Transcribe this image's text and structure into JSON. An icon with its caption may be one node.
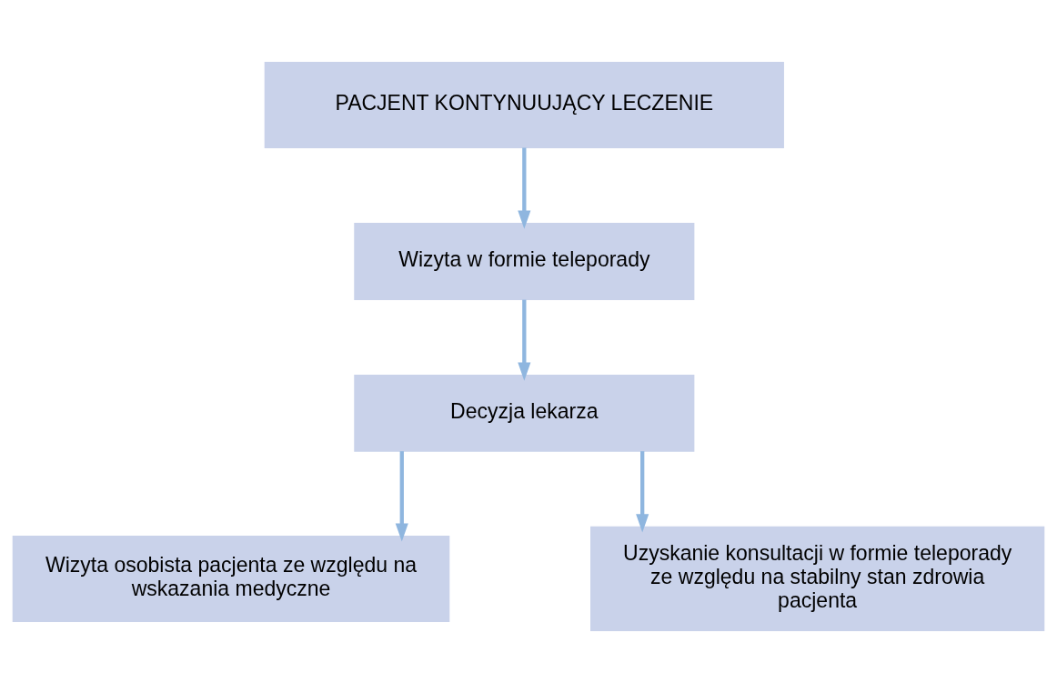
{
  "diagram": {
    "nodes": [
      {
        "text": [
          "PACJENT KONTYNUUJĄCY LECZENIE"
        ]
      },
      {
        "text": [
          "Wizyta w formie teleporady"
        ]
      },
      {
        "text": [
          "Decyzja lekarza"
        ]
      },
      {
        "text": [
          "Wizyta osobista pacjenta ze względu na wskazania medyczne"
        ]
      },
      {
        "text": [
          "Uzyskanie konsultacji w formie teleporady ze względu na stabilny stan zdrowia pacjenta"
        ]
      }
    ],
    "edges": [
      {
        "from": 0,
        "to": 1,
        "arrow": "to"
      },
      {
        "from": 1,
        "to": 2,
        "arrow": "to"
      },
      {
        "from": 2,
        "to": 3,
        "arrow": "to"
      },
      {
        "from": 2,
        "to": 4,
        "arrow": "to"
      }
    ]
  }
}
